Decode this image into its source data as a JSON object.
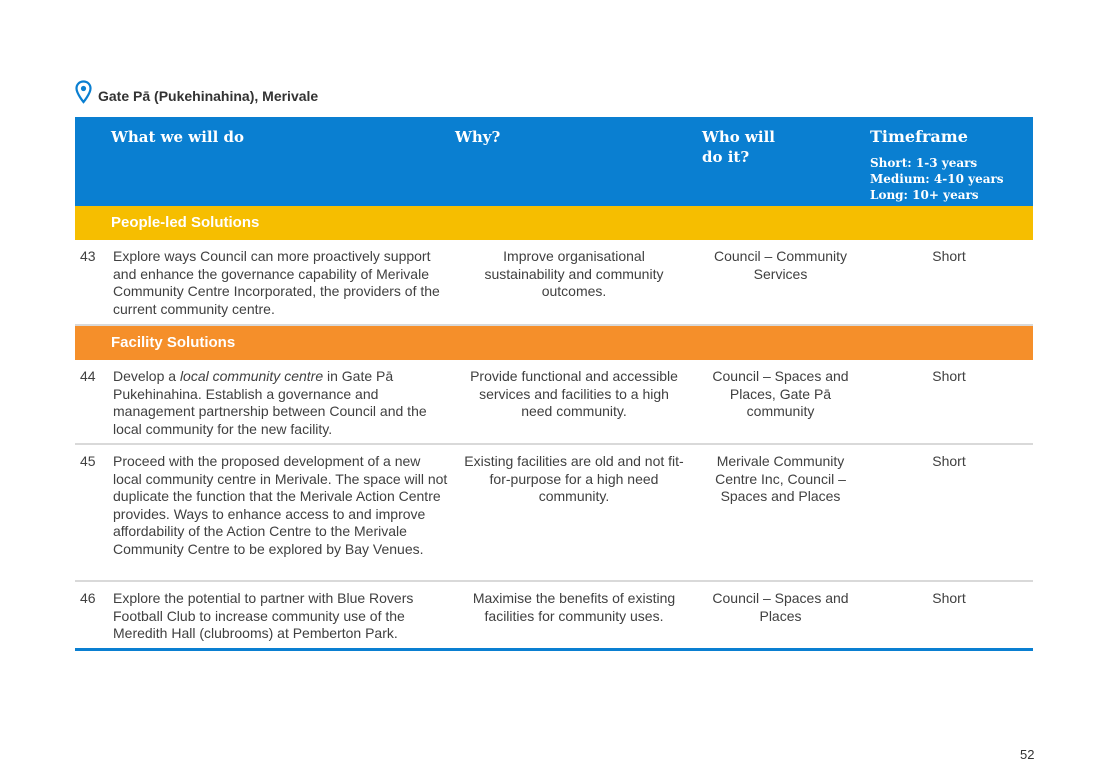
{
  "location": {
    "label": "Gate Pā (Pukehinahina), Merivale"
  },
  "header": {
    "what": "What we will do",
    "why": "Why?",
    "who_line1": "Who will",
    "who_line2": "do it?",
    "timeframe": "Timeframe",
    "short": "Short: 1-3 years",
    "medium": "Medium: 4-10 years",
    "long": "Long: 10+ years"
  },
  "sections": {
    "people": "People-led Solutions",
    "facility": "Facility Solutions"
  },
  "rows": [
    {
      "num": "43",
      "what": "Explore ways Council can more proactively support and enhance the governance capability of Merivale Community Centre Incorporated, the providers of the current community centre.",
      "why": "Improve organisational sustainability and community outcomes.",
      "who": "Council – Community Services",
      "timeframe": "Short"
    },
    {
      "num": "44",
      "what_pre": "Develop a ",
      "what_em": "local community centre",
      "what_post": " in Gate Pā Pukehinahina. Establish a governance and management partnership between Council and the local community for the new facility.",
      "why": "Provide functional and accessible services and facilities to a high need community.",
      "who": "Council – Spaces and Places, Gate Pā community",
      "timeframe": "Short"
    },
    {
      "num": "45",
      "what": "Proceed with the proposed development of a new local community centre in Merivale. The space will not duplicate the function that the Merivale Action Centre provides.  Ways to enhance access to and improve affordability of the Action Centre to the Merivale Community Centre to be explored by Bay Venues.",
      "why": "Existing facilities are old and not fit-for-purpose for a high need community.",
      "who": "Merivale Community Centre Inc, Council – Spaces and Places",
      "timeframe": "Short"
    },
    {
      "num": "46",
      "what": "Explore the potential to partner with Blue Rovers Football Club to increase community use of the Meredith Hall (clubrooms) at Pemberton Park.",
      "why": "Maximise the benefits of existing facilities for community uses.",
      "who": "Council – Spaces and Places",
      "timeframe": "Short"
    }
  ],
  "page_number": "52",
  "colors": {
    "header_blue": "#0a7fd1",
    "people_yellow": "#f6be00",
    "facility_orange": "#f58f2a"
  }
}
